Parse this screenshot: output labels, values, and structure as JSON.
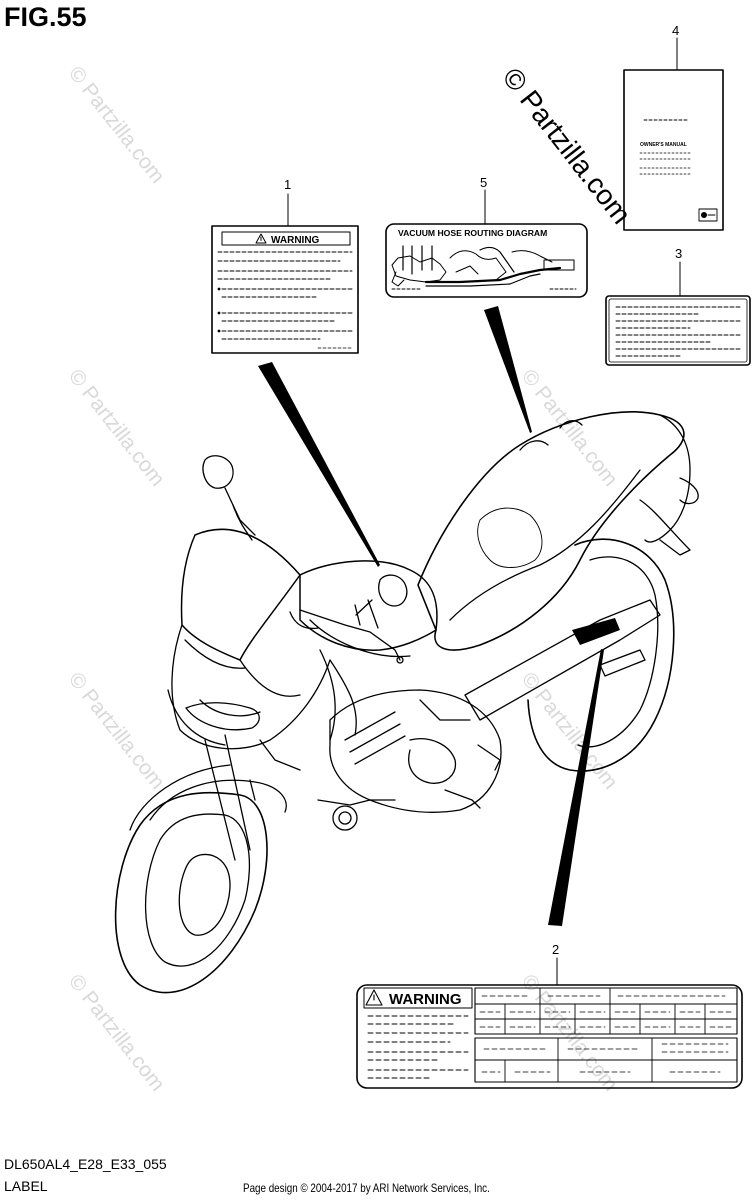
{
  "figure": {
    "title": "FIG.55",
    "model_code": "DL650AL4_E28_E33_055",
    "section_name": "LABEL",
    "credit": "Page design © 2004-2017 by ARI Network Services, Inc."
  },
  "watermark": "© Partzilla.com",
  "callouts": [
    {
      "number": "1"
    },
    {
      "number": "2"
    },
    {
      "number": "3"
    },
    {
      "number": "4"
    },
    {
      "number": "5"
    }
  ],
  "labels": {
    "warning_label_1": {
      "heading": "WARNING"
    },
    "warning_label_2": {
      "heading": "WARNING"
    },
    "vacuum_label": {
      "heading": "VACUUM HOSE ROUTING DIAGRAM"
    },
    "owners_manual": {
      "heading": "OWNER'S MANUAL"
    }
  },
  "colors": {
    "line": "#000000",
    "watermark": "#d9d9d9",
    "background": "#ffffff"
  }
}
